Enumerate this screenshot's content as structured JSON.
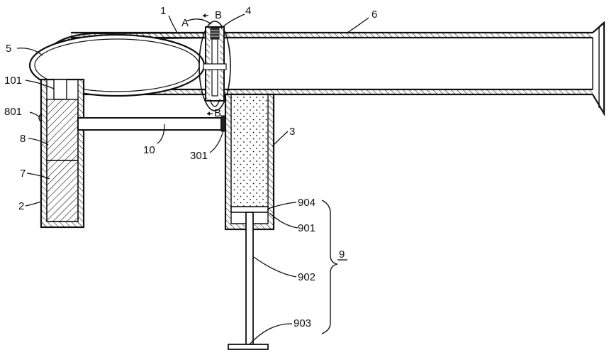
{
  "labels": {
    "l1": "1",
    "lA": "A",
    "lB_top": "B",
    "lB_bot": "B",
    "l4": "4",
    "l5": "5",
    "l6": "6",
    "l101": "101",
    "l801": "801",
    "l8": "8",
    "l7": "7",
    "l2": "2",
    "l10": "10",
    "l301": "301",
    "l3": "3",
    "l904": "904",
    "l901": "901",
    "l902": "902",
    "l903": "903",
    "l9": "9"
  }
}
